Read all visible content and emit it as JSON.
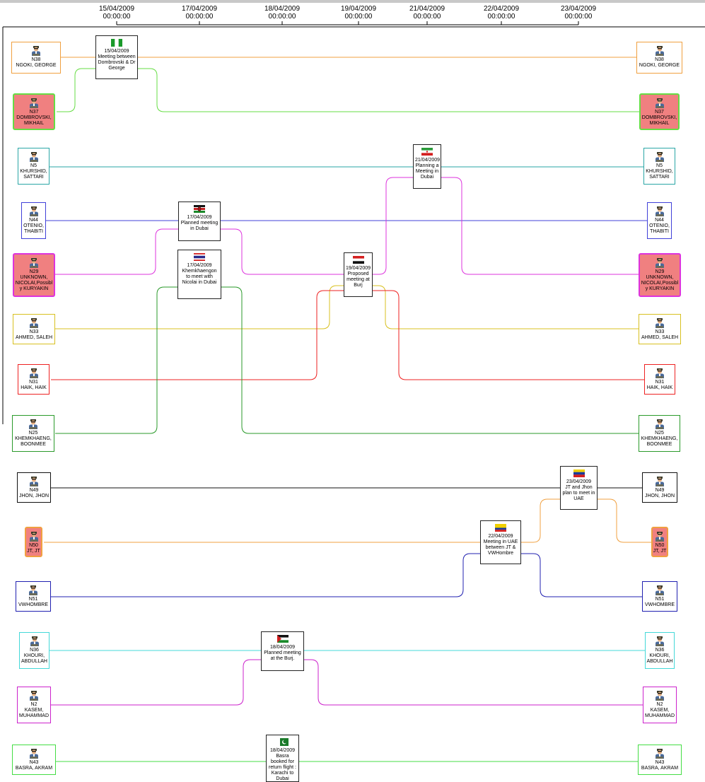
{
  "colors": {
    "orange": "#f0a040",
    "green": "#66dd44",
    "teal": "#2aa6a6",
    "blue": "#4040d8",
    "magenta": "#dd33dd",
    "yellow": "#d8c020",
    "red": "#ee2222",
    "darkgreen": "#2a9a2a",
    "black": "#111111",
    "navy": "#2020b0",
    "cyan": "#44d8d8",
    "purple": "#cc22cc",
    "lime": "#44dd44",
    "highlight": "#f08080"
  },
  "timeline": {
    "ticks": [
      {
        "date": "15/04/2009",
        "time": "00:00:00"
      },
      {
        "date": "17/04/2009",
        "time": "00:00:00"
      },
      {
        "date": "18/04/2009",
        "time": "00:00:00"
      },
      {
        "date": "19/04/2009",
        "time": "00:00:00"
      },
      {
        "date": "21/04/2009",
        "time": "00:00:00"
      },
      {
        "date": "22/04/2009",
        "time": "00:00:00"
      },
      {
        "date": "23/04/2009",
        "time": "00:00:00"
      }
    ]
  },
  "entities": [
    {
      "id": "N38",
      "name": "NGOKI, GEORGE",
      "color": "orange",
      "highlight": false
    },
    {
      "id": "N37",
      "name": "DOMBROVSKI, MIKHAIL",
      "color": "green",
      "highlight": true
    },
    {
      "id": "N5",
      "name": "KHURSHID, SATTARI",
      "color": "teal",
      "highlight": false
    },
    {
      "id": "N44",
      "name": "OTENIO, THABITI",
      "color": "blue",
      "highlight": false
    },
    {
      "id": "N29",
      "name": "UNKNOWN, NICOLAI,Possibl y KURYAKIN",
      "color": "magenta",
      "highlight": true
    },
    {
      "id": "N33",
      "name": "AHMED, SALEH",
      "color": "yellow",
      "highlight": false
    },
    {
      "id": "N31",
      "name": "HAIK, HAIK",
      "color": "red",
      "highlight": false
    },
    {
      "id": "N25",
      "name": "KHEMKHAENG, BOONMEE",
      "color": "darkgreen",
      "highlight": false
    },
    {
      "id": "N49",
      "name": "JHON, JHON",
      "color": "black",
      "highlight": false
    },
    {
      "id": "N50",
      "name": "JT, JT",
      "color": "orange",
      "highlight": true
    },
    {
      "id": "N51",
      "name": "VWHOMBRE",
      "color": "navy",
      "highlight": false
    },
    {
      "id": "N36",
      "name": "KHOURI, ABDULLAH",
      "color": "cyan",
      "highlight": false
    },
    {
      "id": "N2",
      "name": "KASEM, MUHAMMAD",
      "color": "purple",
      "highlight": false
    },
    {
      "id": "N43",
      "name": "BASRA, AKRAM",
      "color": "lime",
      "highlight": false
    }
  ],
  "events": [
    {
      "date": "15/04/2009",
      "text": "Meeting between Dombrovski & Dr George",
      "flag": "nigeria-flag"
    },
    {
      "date": "21/04/2009",
      "text": "Planning a Meeting in Dubai",
      "flag": "iran-flag"
    },
    {
      "date": "17/04/2009",
      "text": "Planned meeting in Dubai",
      "flag": "kenya-flag"
    },
    {
      "date": "17/04/2009",
      "text": "Khemkhaengon to meet with Nicolai in Dubai",
      "flag": "thailand-flag"
    },
    {
      "date": "19/04/2009",
      "text": "Proposed meeting at Burj",
      "flag": "yemen-flag"
    },
    {
      "date": "23/04/2009",
      "text": "JT and Jhon plan to meet in UAE",
      "flag": "venezuela-flag"
    },
    {
      "date": "22/04/2009",
      "text": "Meeting in UAE between JT & VWHombre",
      "flag": "colombia-flag"
    },
    {
      "date": "18/04/2009",
      "text": "Planned meeting at the Burj.",
      "flag": "palestine-flag"
    },
    {
      "date": "18/04/2009",
      "text": "Basra booked for return flight : Karachi to Dubai",
      "flag": "pakistan-flag"
    }
  ]
}
